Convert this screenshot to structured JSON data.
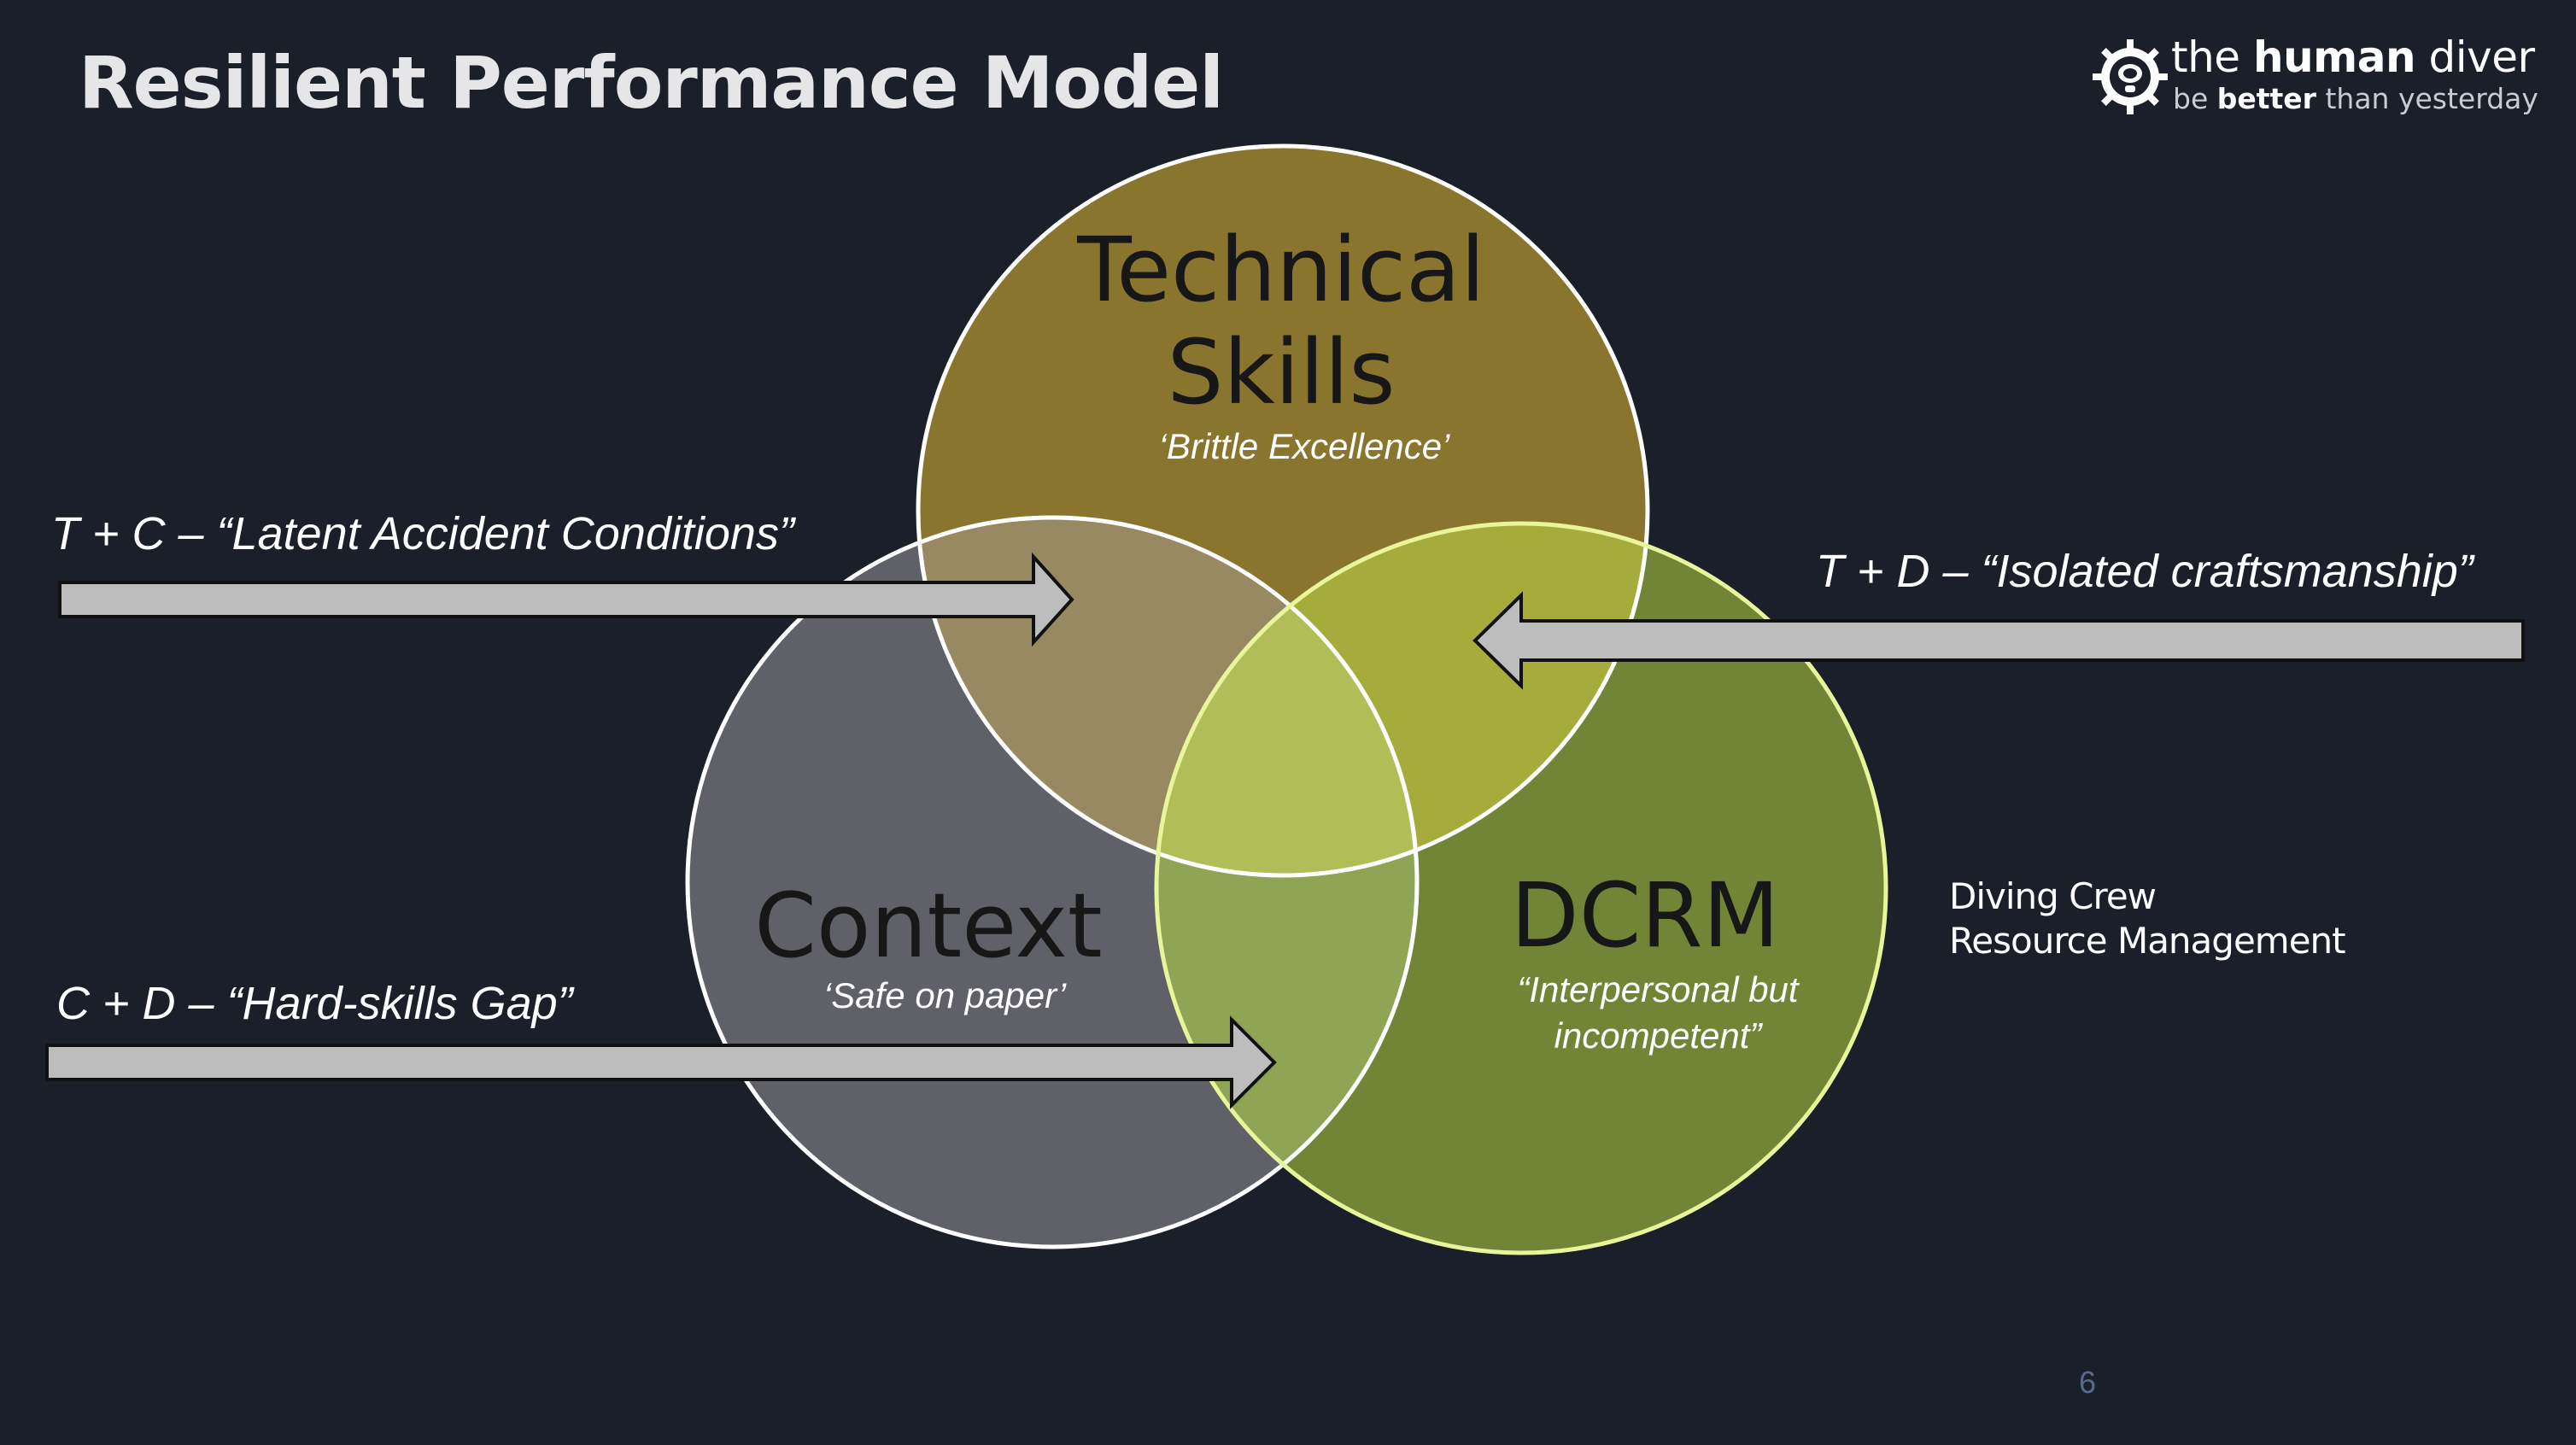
{
  "title": "Resilient Performance Model",
  "logo": {
    "name_light": "the",
    "name_bold": "human",
    "name_light2": "diver",
    "tag_light1": "be",
    "tag_bold": "better",
    "tag_light2": "than yesterday"
  },
  "circles": {
    "technical": {
      "line1": "Technical",
      "line2": "Skills",
      "subtitle": "‘Brittle Excellence’",
      "color": "#8a752e"
    },
    "context": {
      "label": "Context",
      "subtitle": "‘Safe on paper’",
      "color": "#5f6068"
    },
    "dcrm": {
      "label": "DCRM",
      "subtitle_line1": "“Interpersonal but",
      "subtitle_line2": "incompetent”",
      "color": "#728537"
    }
  },
  "overlap_colors": {
    "technical_context": "#978a62",
    "technical_dcrm": "#a6ac3c",
    "context_dcrm": "#90a455",
    "center": "#b1bd57"
  },
  "relations": {
    "tc": "T + C – “Latent Accident Conditions”",
    "td": "T + D – “Isolated craftsmanship”",
    "cd": "C + D – “Hard-skills Gap”"
  },
  "abbreviation": {
    "line1": "Diving Crew",
    "line2": "Resource Management"
  },
  "page_number": "6"
}
